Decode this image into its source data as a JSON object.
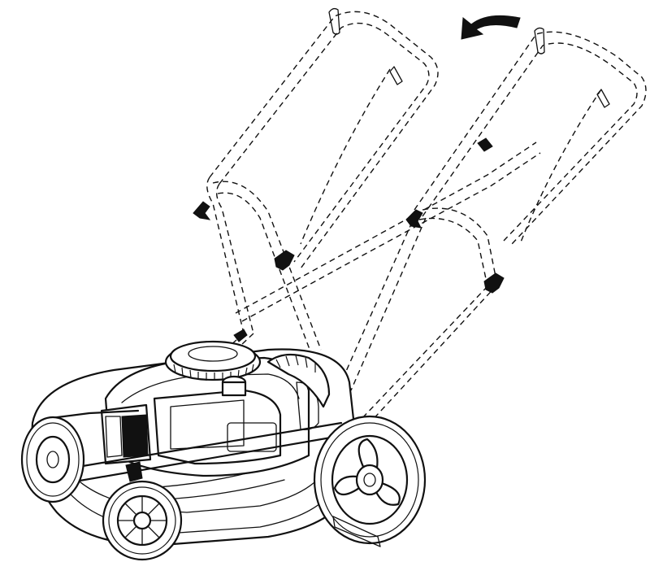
{
  "figure": {
    "subject": "lawn-mower",
    "handle_motion": "fold-forward",
    "arrow_direction": "counterclockwise",
    "line_color": "#111111",
    "background": "#ffffff"
  }
}
